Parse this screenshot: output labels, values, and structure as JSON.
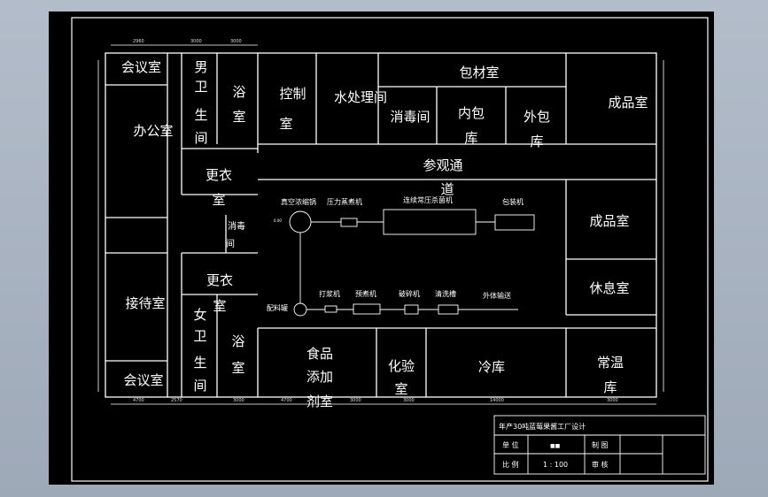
{
  "rooms": {
    "meeting_room_top": "会议室",
    "mens_toilet": [
      "男",
      "卫",
      "生",
      "间"
    ],
    "bath_top": [
      "浴",
      "室"
    ],
    "control_room": [
      "控",
      "制",
      "室"
    ],
    "water_treatment": "水处理间",
    "packaging_room": "包材室",
    "disinfection": "消毒间",
    "inner_pack_store": [
      "内包",
      "库"
    ],
    "outer_pack_store": [
      "外包",
      "库"
    ],
    "finished_top": "成品室",
    "office": "办公室",
    "changing_top": [
      "更衣",
      "室"
    ],
    "visit_corridor": [
      "参观通",
      "道"
    ],
    "disinfect_small": [
      "消毒",
      "间"
    ],
    "finished_mid": "成品室",
    "reception": "接待室",
    "changing_bottom": [
      "更衣",
      "室"
    ],
    "rest_room": "休息室",
    "womens_toilet": [
      "女",
      "卫",
      "生",
      "间"
    ],
    "bath_bottom": [
      "浴",
      "室"
    ],
    "food_additive": [
      "食品",
      "添加",
      "剂室"
    ],
    "lab": [
      "化验",
      "室"
    ],
    "cold_store": "冷库",
    "ambient_store": [
      "常温",
      "库"
    ],
    "meeting_room_bottom": "会议室"
  },
  "equipment": {
    "vacuum_concentrator": "真空浓缩锅",
    "pressure_sterilizer": "压力蒸煮机",
    "continuous_sterilizer": "连续常压杀菌机",
    "packing_machine": "包装机",
    "batching_tank": "配料罐",
    "beater": "打浆机",
    "precooker": "预煮机",
    "crusher": "破碎机",
    "washing_tank": "清洗槽",
    "conveyor": "外体输送",
    "small_label": "0.00"
  },
  "title_block": {
    "title": "年产30吨蓝莓果酱工厂设计",
    "unit_label": "单 位",
    "unit_value": "■■",
    "drawn_label": "制 图",
    "scale_label": "比 例",
    "scale_value": "1 : 100",
    "review_label": "审 核"
  },
  "dimensions": {
    "top": [
      "2960",
      "3000",
      "3000"
    ],
    "bottom": [
      "4700",
      "2570",
      "3000",
      "4700",
      "3000",
      "3000",
      "14000",
      "3000"
    ]
  }
}
